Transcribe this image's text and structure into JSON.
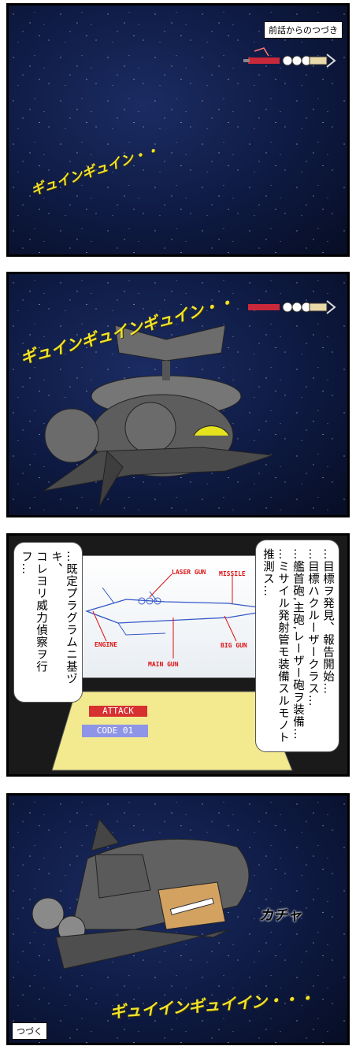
{
  "panel1": {
    "caption": "前話からのつづき",
    "sfx": "ギュインギュイン・・"
  },
  "panel2": {
    "sfx": "ギュインギュインギュイン・・"
  },
  "panel3": {
    "screen_labels": {
      "laser_gun": "LASER GUN",
      "missile": "MISSILE",
      "engine": "ENGINE",
      "main_gun": "MAIN GUN",
      "big_gun": "BIG GUN"
    },
    "console": {
      "attack": "ATTACK",
      "code": "CODE  01"
    },
    "right_bubble_lines": [
      "…目標ヲ発見、報告開始…",
      "…目標ハクルーザークラス…",
      "…艦首砲,主砲,レーザー砲ヲ装備…",
      "…ミサイル発射管モ装備スルモノト",
      "推測ス…"
    ],
    "left_bubble_lines": [
      "…既定プラグラムニ基ヅキ、",
      "コレヨリ威力偵察ヲ行フ…"
    ]
  },
  "panel4": {
    "sfx_small": "カチャ",
    "sfx": "ギュイインギュイイン・・・",
    "caption": "つづく"
  }
}
